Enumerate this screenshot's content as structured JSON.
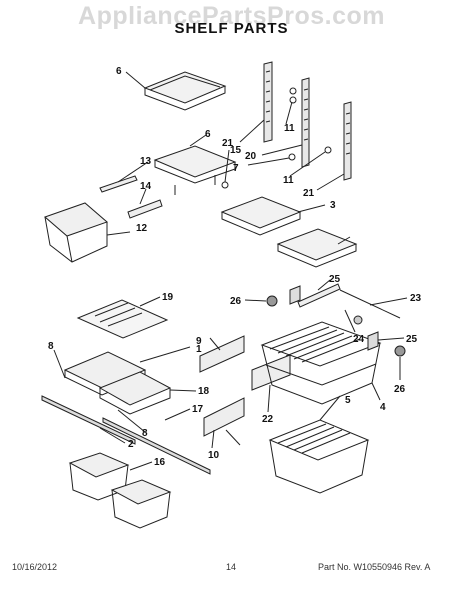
{
  "watermark": "AppliancePartsPros.com",
  "title": "SHELF PARTS",
  "footer": {
    "date": "10/16/2012",
    "page": "14",
    "part_number": "Part No. W10550946  Rev. A"
  },
  "callouts": {
    "c1": "1",
    "c2": "2",
    "c3": "3",
    "c4": "4",
    "c5": "5",
    "c6a": "6",
    "c6b": "6",
    "c7": "7",
    "c8a": "8",
    "c8b": "8",
    "c9": "9",
    "c10": "10",
    "c11a": "11",
    "c11b": "11",
    "c12": "12",
    "c13": "13",
    "c14": "14",
    "c15": "15",
    "c16": "16",
    "c17": "17",
    "c18": "18",
    "c19": "19",
    "c20": "20",
    "c21a": "21",
    "c21b": "21",
    "c22": "22",
    "c23": "23",
    "c24": "24",
    "c25a": "25",
    "c25b": "25",
    "c26a": "26",
    "c26b": "26"
  }
}
